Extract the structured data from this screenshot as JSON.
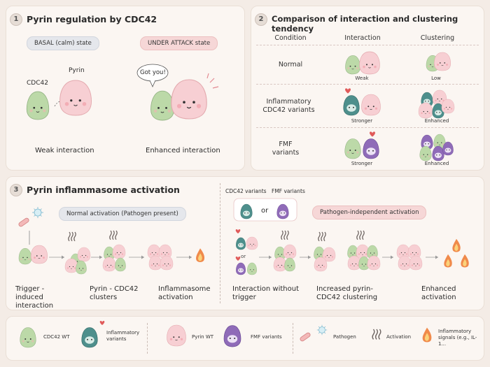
{
  "panel1": {
    "number": "1",
    "title": "Pyrin regulation by CDC42",
    "basal_pill": "BASAL (calm) state",
    "attack_pill": "UNDER ATTACK state",
    "label_cdc42": "CDC42",
    "label_pyrin": "Pyrin",
    "speech": "Got you!",
    "caption_left": "Weak interaction",
    "caption_right": "Enhanced interaction"
  },
  "panel2": {
    "number": "2",
    "title": "Comparison of interaction and clustering tendency",
    "headers": [
      "Condition",
      "Interaction",
      "Clustering"
    ],
    "rows": [
      {
        "condition": "Normal",
        "interaction": "Weak",
        "clustering": "Low"
      },
      {
        "condition": "Inflammatory CDC42 variants",
        "interaction": "Stronger",
        "clustering": "Enhanced"
      },
      {
        "condition": "FMF variants",
        "interaction": "Stronger",
        "clustering": "Enhanced"
      }
    ]
  },
  "panel3": {
    "number": "3",
    "title": "Pyrin inflammasome activation",
    "normal_pill": "Normal activation (Pathogen present)",
    "variants_cdc42": "CDC42 variants",
    "variants_fmf": "FMF variants",
    "or_text": "or",
    "independent_pill": "Pathogen-independent activation",
    "steps_left": [
      "Trigger - induced interaction",
      "Pyrin - CDC42 clusters",
      "Inflammasome activation"
    ],
    "steps_right": [
      "Interaction without trigger",
      "Increased pyrin-CDC42 clustering",
      "Enhanced activation"
    ]
  },
  "legend": {
    "items": [
      {
        "icon": "cdc42-wt-icon",
        "label": "CDC42 WT"
      },
      {
        "icon": "inflammatory-variant-icon",
        "label": "Inflammatory variants"
      },
      {
        "icon": "pyrin-wt-icon",
        "label": "Pyrin WT"
      },
      {
        "icon": "fmf-variant-icon",
        "label": "FMF variants"
      },
      {
        "icon": "pathogen-icon",
        "label": "Pathogen"
      },
      {
        "icon": "activation-icon",
        "label": "Activation"
      },
      {
        "icon": "flame-icon",
        "label": "Inflammatory signals (e.g., IL-1..."
      }
    ]
  },
  "colors": {
    "cdc42": "#bcd9a8",
    "pyrin": "#f7cfd3",
    "inflammatory_variant": "#4e8f8c",
    "fmf_variant": "#8f6bb8",
    "flame": "#f08a4b",
    "background": "#f4ece6"
  }
}
